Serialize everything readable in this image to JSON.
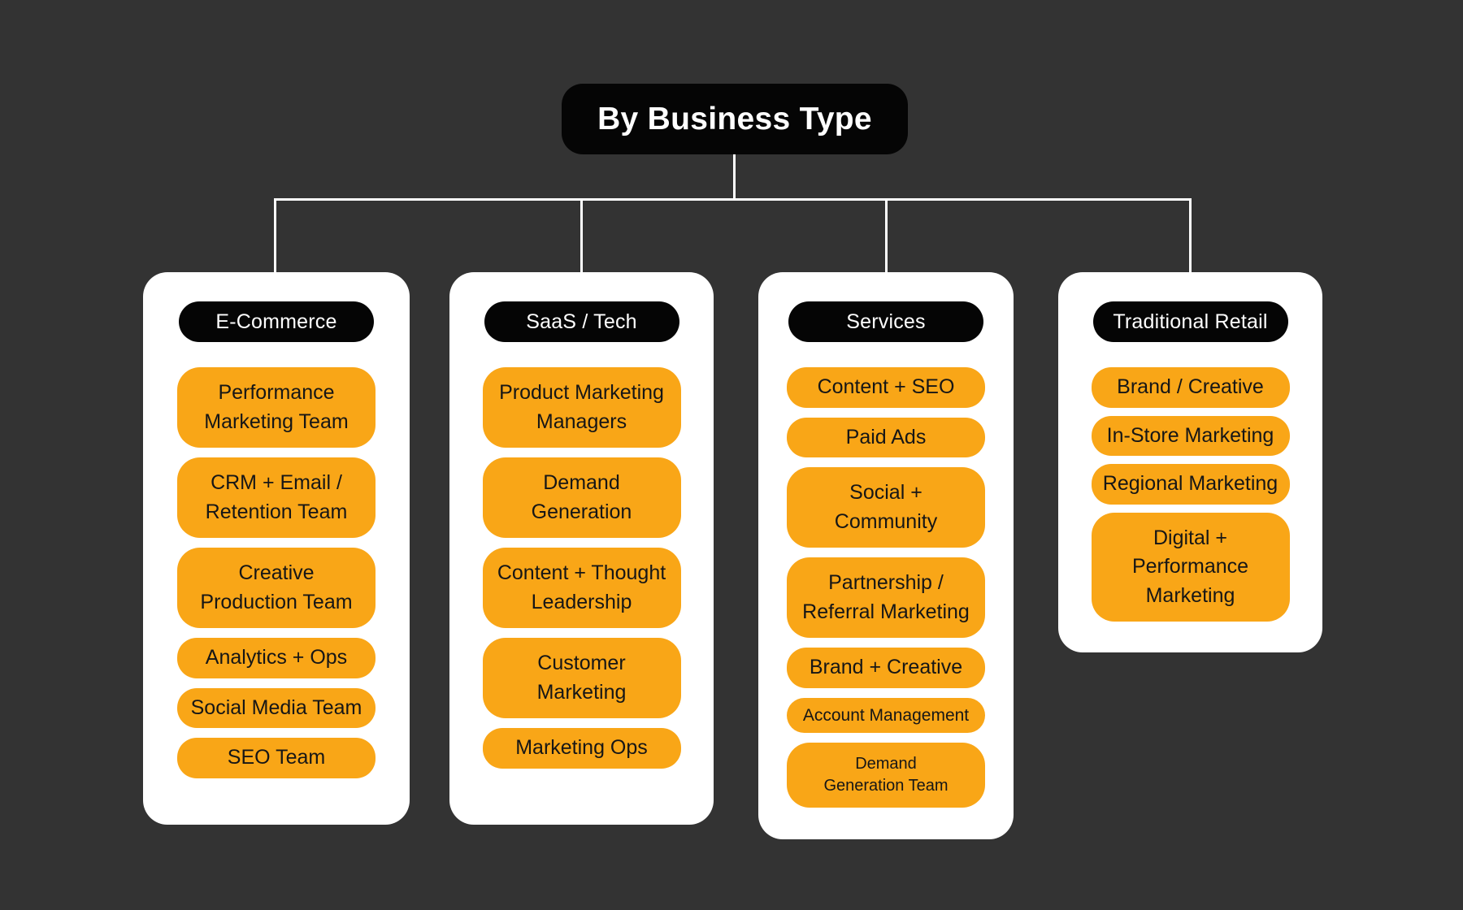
{
  "title": "By Business Type",
  "colors": {
    "background": "#333333",
    "card": "#FFFFFF",
    "node_fill": "#050505",
    "accent": "#F9A617",
    "button_text": "#161616",
    "connector": "#FFFFFF"
  },
  "columns": [
    {
      "header": "E-Commerce",
      "items": [
        "Performance\nMarketing Team",
        "CRM + Email /\nRetention Team",
        "Creative\nProduction Team",
        "Analytics + Ops",
        "Social Media Team",
        "SEO Team"
      ]
    },
    {
      "header": "SaaS / Tech",
      "items": [
        "Product Marketing\nManagers",
        "Demand\nGeneration",
        "Content + Thought\nLeadership",
        "Customer\nMarketing",
        "Marketing Ops"
      ]
    },
    {
      "header": "Services",
      "items": [
        "Content + SEO",
        "Paid Ads",
        "Social +\nCommunity",
        "Partnership /\nReferral Marketing",
        "Brand + Creative",
        "Account Management",
        "Demand\nGeneration Team"
      ]
    },
    {
      "header": "Traditional Retail",
      "items": [
        "Brand / Creative",
        "In-Store Marketing",
        "Regional Marketing",
        "Digital +\nPerformance\nMarketing"
      ]
    }
  ]
}
